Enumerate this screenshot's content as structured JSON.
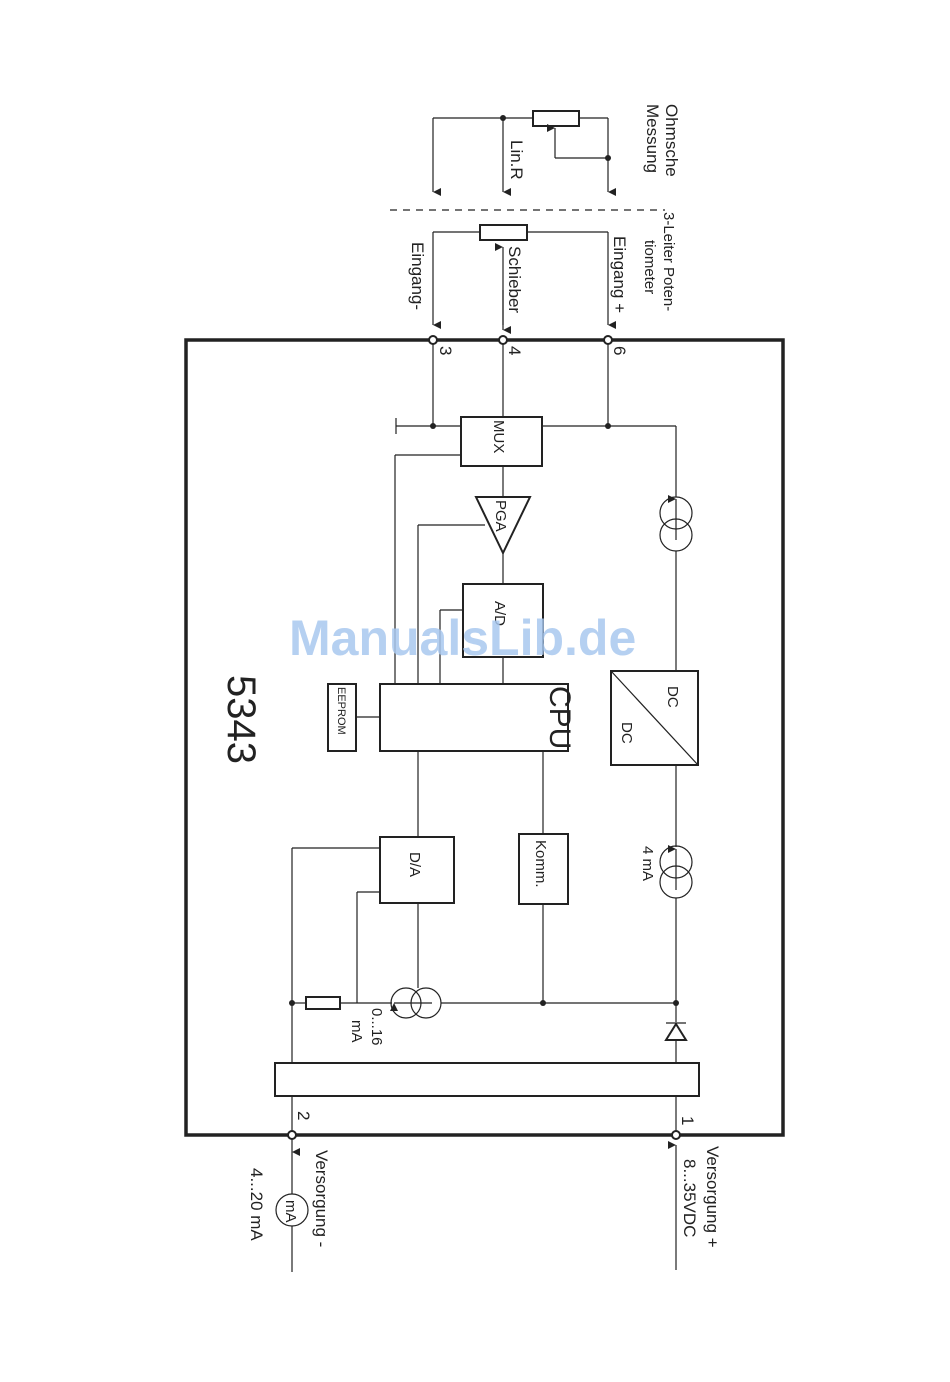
{
  "model": "5343",
  "blocks": {
    "cpu": "CPU",
    "mux": "MUX",
    "pga": "PGA",
    "ad": "A/D",
    "da": "D/A",
    "eeprom": "EEPROM",
    "komm": "Komm.",
    "dc_in": "DC",
    "dc_out": "DC"
  },
  "terminals": {
    "t1": "1",
    "t2": "2",
    "t3": "3",
    "t4": "4",
    "t6": "6"
  },
  "labels": {
    "ohmsche_1": "Ohmsche",
    "ohmsche_2": "Messung",
    "lin_r": "Lin.R",
    "pot_1": "3-Leiter Poten-",
    "pot_2": "tiometer",
    "eingang_minus": "Eingang-",
    "schieber": "Schieber",
    "eingang_plus": "Eingang +",
    "source_4ma": "4 mA",
    "source_0_16_1": "0...16",
    "source_0_16_2": "mA",
    "vplus_1": "Versorgung +",
    "vplus_2": "8...35VDC",
    "vminus_1": "Versorgung -",
    "vminus_2": "4...20 mA",
    "meter": "mA"
  },
  "watermark": "ManualsLib.de"
}
